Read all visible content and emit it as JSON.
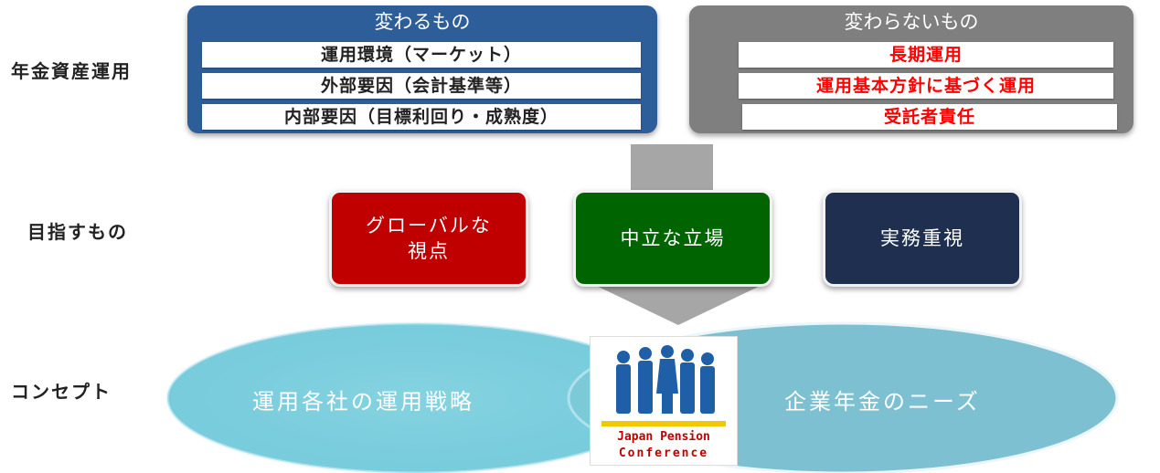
{
  "rows": {
    "pension_asset_management": "年金資産運用",
    "aims": "目指すもの",
    "concept": "コンセプト"
  },
  "changing": {
    "title": "変わるもの",
    "items": [
      "運用環境（マーケット）",
      "外部要因（会計基準等）",
      "内部要因（目標利回り・成熟度）"
    ]
  },
  "unchanging": {
    "title": "変わらないもの",
    "items": [
      "長期運用",
      "運用基本方針に基づく運用",
      "受託者責任"
    ]
  },
  "aims": [
    {
      "label": "グローバルな\n視点",
      "color": "#c00000"
    },
    {
      "label": "中立な立場",
      "color": "#006400"
    },
    {
      "label": "実務重視",
      "color": "#1f2f4f"
    }
  ],
  "concept": {
    "left": "運用各社の運用戦略",
    "right": "企業年金のニーズ"
  },
  "logo": {
    "line1": "Japan Pension",
    "line2": "Conference"
  },
  "colors": {
    "changing_panel": "#2e5e99",
    "unchanging_panel": "#7f7f7f",
    "unchanging_text": "#ff0000",
    "ellipse": "#7ccfdf",
    "arrow": "#a6a6a6"
  }
}
